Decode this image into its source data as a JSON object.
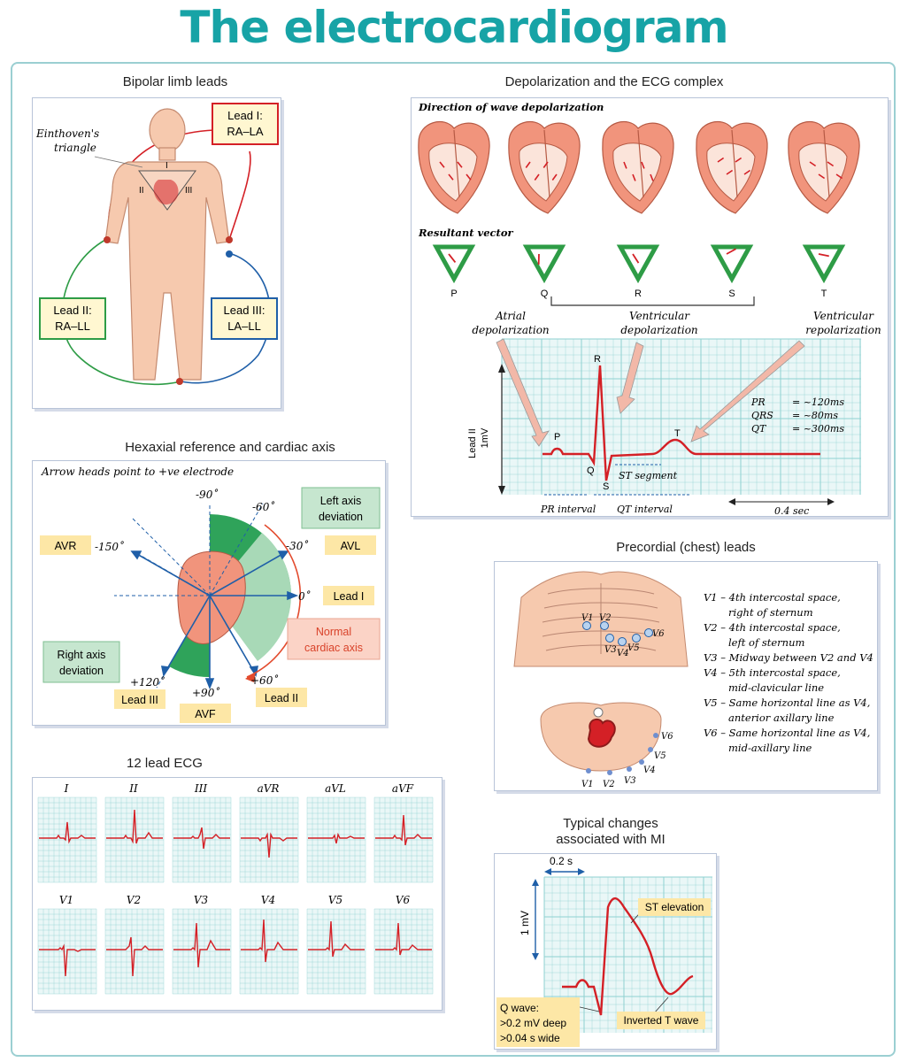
{
  "title": "The electrocardiogram",
  "bipolar": {
    "title": "Bipolar limb leads",
    "einthoven_1": "Einthoven's",
    "einthoven_2": "triangle",
    "lead1_a": "Lead I:",
    "lead1_b": "RA–LA",
    "lead2_a": "Lead II:",
    "lead2_b": "RA–LL",
    "lead3_a": "Lead III:",
    "lead3_b": "LA–LL",
    "tri_I": "I",
    "tri_II": "II",
    "tri_III": "III"
  },
  "depol": {
    "title": "Depolarization and the ECG complex",
    "direction": "Direction of wave depolarization",
    "resultant": "Resultant vector",
    "vectors": [
      "P",
      "Q",
      "R",
      "S",
      "T"
    ],
    "atrial_1": "Atrial",
    "atrial_2": "depolarization",
    "vent_1": "Ventricular",
    "vent_2": "depolarization",
    "vrep_1": "Ventricular",
    "vrep_2": "repolarization",
    "lead": "Lead II",
    "mv": "1mV",
    "P": "P",
    "Q": "Q",
    "R": "R",
    "S": "S",
    "T": "T",
    "pr_l": "PR",
    "pr_v": "= ~120ms",
    "qrs_l": "QRS",
    "qrs_v": "= ~80ms",
    "qt_l": "QT",
    "qt_v": "= ~300ms",
    "st_segment": "ST segment",
    "pr_interval": "PR interval",
    "qt_interval": "QT interval",
    "sec": "0.4 sec"
  },
  "hexaxial": {
    "title": "Hexaxial reference and cardiac axis",
    "subtitle": "Arrow heads point to +ve electrode",
    "a_m90": "-90˚",
    "a_m60": "-60˚",
    "a_m30": "-30˚",
    "a_m150": "-150˚",
    "a_0": "0˚",
    "a_120": "+120˚",
    "a_90": "+90˚",
    "a_60": "+60˚",
    "avr": "AVR",
    "avl": "AVL",
    "avf": "AVF",
    "lead1": "Lead I",
    "lead2": "Lead II",
    "lead3": "Lead III",
    "left_1": "Left axis",
    "left_2": "deviation",
    "right_1": "Right axis",
    "right_2": "deviation",
    "normal_1": "Normal",
    "normal_2": "cardiac axis"
  },
  "precordial": {
    "title": "Precordial (chest) leads",
    "v_labels": [
      "V1",
      "V2",
      "V3",
      "V4",
      "V5",
      "V6"
    ],
    "lines": [
      "V1 – 4th intercostal space,",
      "right of sternum",
      "V2 – 4th intercostal space,",
      "left of sternum",
      "V3 – Midway between V2 and V4",
      "V4 – 5th intercostal space,",
      "mid-clavicular line",
      "V5 – Same horizontal line as V4,",
      "anterior axillary line",
      "V6 – Same horizontal line as V4,",
      "mid-axillary line"
    ]
  },
  "twelve": {
    "title": "12 lead ECG",
    "leads": [
      "I",
      "II",
      "III",
      "aVR",
      "aVL",
      "aVF",
      "V1",
      "V2",
      "V3",
      "V4",
      "V5",
      "V6"
    ]
  },
  "mi": {
    "title_1": "Typical changes",
    "title_2": "associated with MI",
    "time": "0.2 s",
    "mv": "1 mV",
    "st": "ST elevation",
    "q1": "Q wave:",
    "q2": ">0.2 mV deep",
    "q3": ">0.04 s wide",
    "inv": "Inverted T wave"
  },
  "colors": {
    "title": "#17a3a6",
    "ecg": "#d42026",
    "grid": "#8fd0d0",
    "box_border": "#b8c4d8",
    "skin": "#f6c9ae",
    "axis_blue": "#1f5fa8",
    "green": "#2e9c46"
  }
}
